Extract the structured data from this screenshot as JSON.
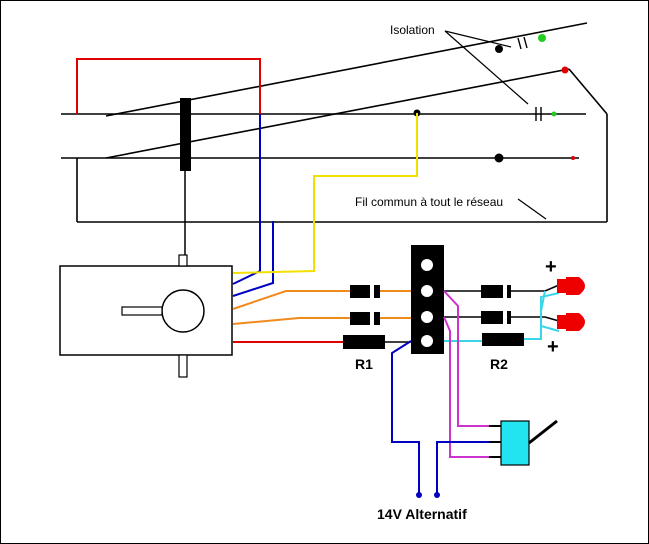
{
  "labels": {
    "isolation": "Isolation",
    "common_wire": "Fil commun à tout le réseau",
    "r1": "R1",
    "r2": "R2",
    "power_supply": "14V Alternatif",
    "plus_top": "+",
    "plus_bottom": "+"
  },
  "colors": {
    "track": "#000000",
    "wire_red": "#e00000",
    "wire_blue": "#0000c0",
    "wire_yellow": "#f4e000",
    "wire_orange": "#f08a1c",
    "wire_cyan": "#38d6e8",
    "wire_magenta": "#cc33cc",
    "led_red": "#ee0000",
    "switch_cyan": "#22e4f0",
    "dot_green": "#22cc22"
  }
}
